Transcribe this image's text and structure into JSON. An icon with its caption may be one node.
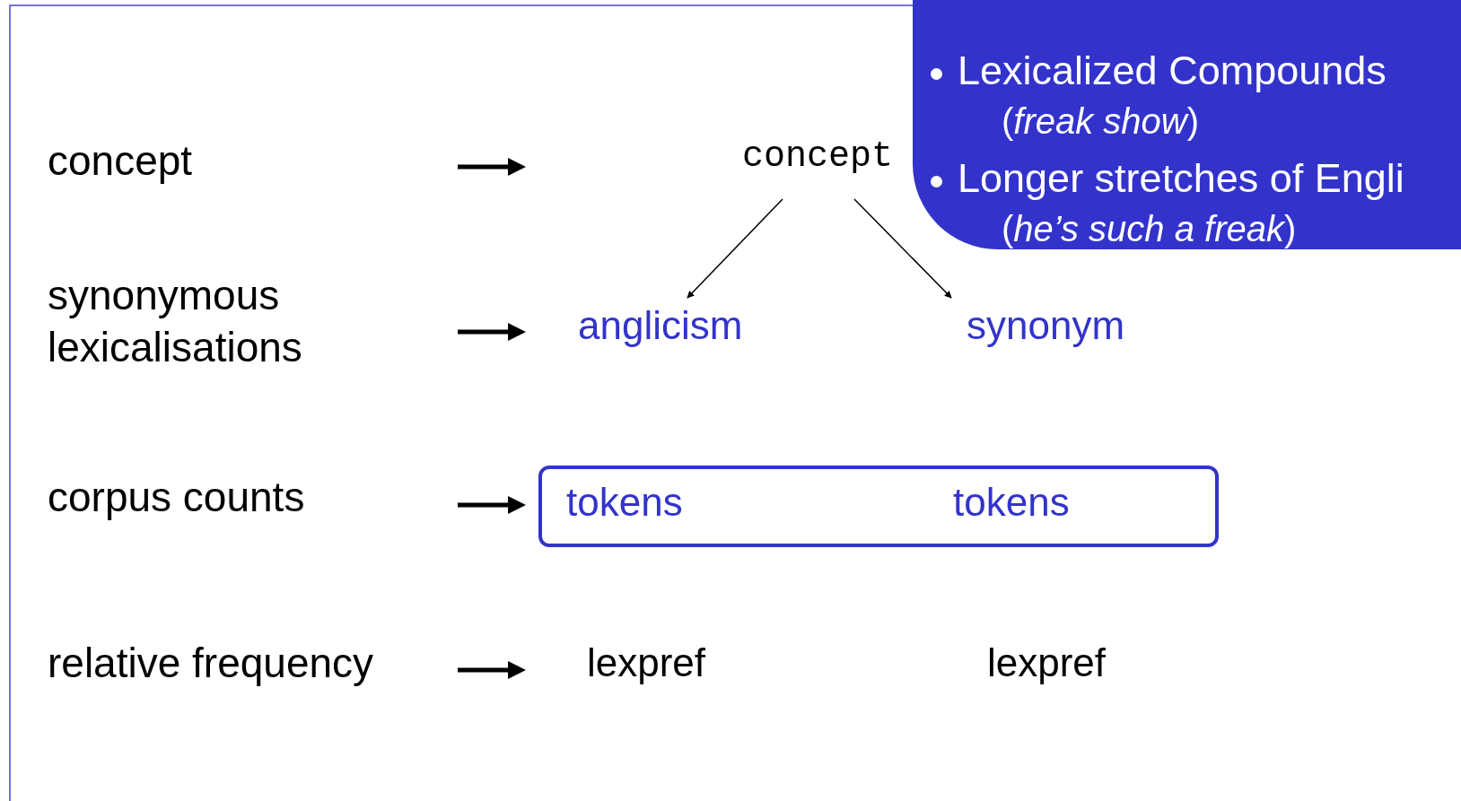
{
  "diagram": {
    "nodes": [
      {
        "text": [
          "concept"
        ]
      },
      {
        "text": [
          "anglicism"
        ]
      },
      {
        "text": [
          "synonym"
        ]
      },
      {
        "text": [
          "tokens",
          "tokens"
        ]
      },
      {
        "text": [
          "lexpref"
        ]
      },
      {
        "text": [
          "lexpref"
        ]
      },
      {
        "text": [
          "Lexicalized Compounds",
          "(*freak show*)",
          "Longer stretches of Engli",
          "(*he’s such a freak*)"
        ]
      }
    ],
    "edges": [
      {
        "from": 0,
        "to": 1,
        "arrow": "to"
      },
      {
        "from": 0,
        "to": 2,
        "arrow": "to"
      }
    ],
    "labels": [
      "concept",
      "synonymous lexicalisations",
      "corpus counts",
      "relative frequency"
    ]
  }
}
